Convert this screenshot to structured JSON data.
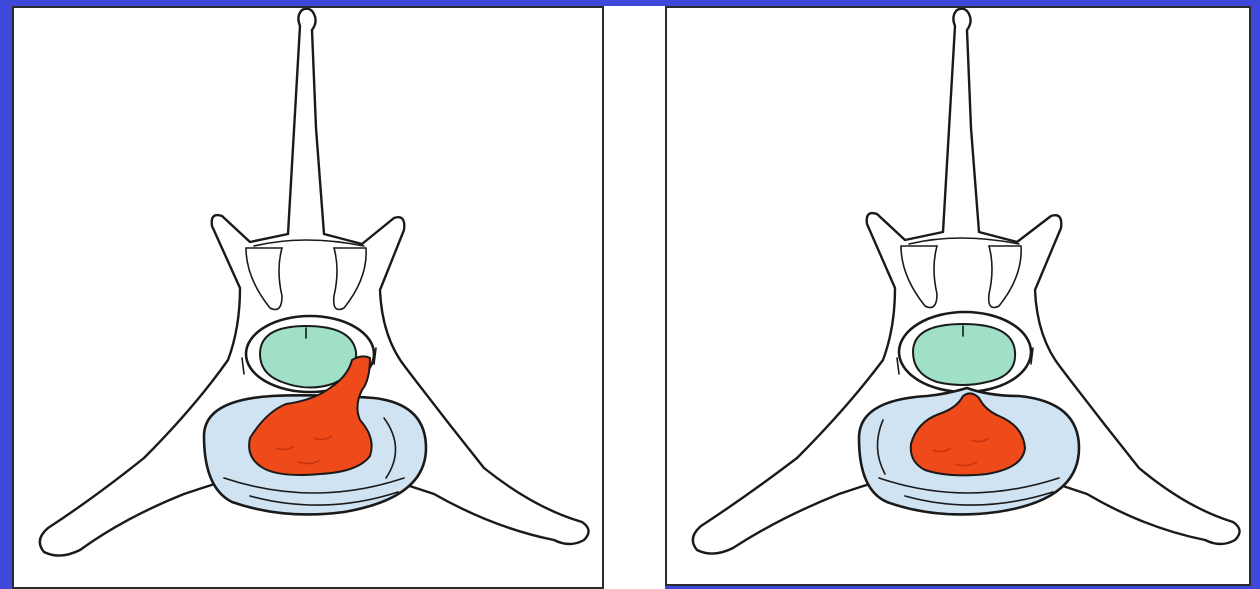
{
  "figure": {
    "panels": [
      {
        "id": "left",
        "variant": "nucleus extruded through disc rim"
      },
      {
        "id": "right",
        "variant": "nucleus contained"
      }
    ]
  },
  "colors": {
    "frame": "#3f49d9",
    "nucleus": "#ee4a1a",
    "nucleus_shade": "#c63510",
    "annulus": "#cfe3f3",
    "canal_fill": "#9fe0c6",
    "bone": "#ffffff",
    "ink": "#1a1a1a"
  }
}
